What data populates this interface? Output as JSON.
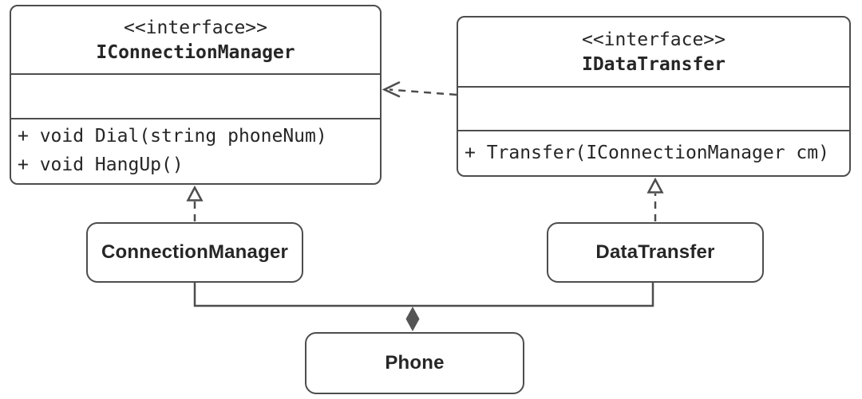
{
  "diagram": {
    "type": "uml-class-diagram",
    "colors": {
      "line": "#4d4d4d",
      "text": "#262626",
      "diamond_fill": "#555555",
      "background": "#ffffff"
    },
    "interfaces": [
      {
        "stereotype": "<<interface>>",
        "name": "IConnectionManager",
        "attributes": [],
        "methods": [
          "+ void Dial(string phoneNum)",
          "+ void HangUp()"
        ]
      },
      {
        "stereotype": "<<interface>>",
        "name": "IDataTransfer",
        "attributes": [],
        "methods": [
          "+ Transfer(IConnectionManager cm)"
        ]
      }
    ],
    "classes": [
      {
        "name": "ConnectionManager"
      },
      {
        "name": "DataTransfer"
      },
      {
        "name": "Phone"
      }
    ],
    "relationships": [
      {
        "type": "dependency",
        "from": "IDataTransfer",
        "to": "IConnectionManager",
        "line": "dashed",
        "head": "open-arrow"
      },
      {
        "type": "realization",
        "from": "ConnectionManager",
        "to": "IConnectionManager",
        "line": "dashed",
        "head": "hollow-triangle"
      },
      {
        "type": "realization",
        "from": "DataTransfer",
        "to": "IDataTransfer",
        "line": "dashed",
        "head": "hollow-triangle"
      },
      {
        "type": "composition",
        "owner": "Phone",
        "parts": [
          "ConnectionManager",
          "DataTransfer"
        ],
        "line": "solid",
        "head": "filled-diamond"
      }
    ]
  }
}
